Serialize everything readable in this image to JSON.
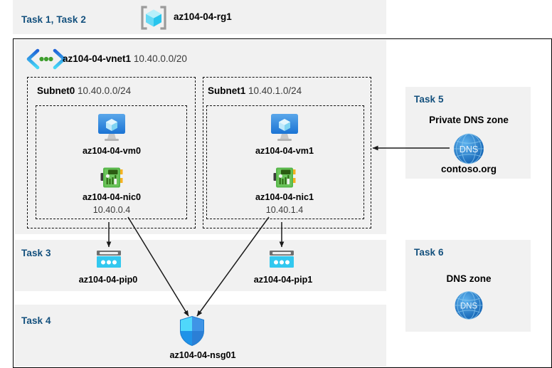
{
  "diagram": {
    "title_region_group": {
      "task_label": "Task 1, Task 2",
      "resource_group_name": "az104-04-rg1",
      "resource_group_icon": "resource-group-cube-icon"
    },
    "vnet": {
      "name": "az104-04-vnet1",
      "cidr": "10.40.0.0/20",
      "icon": "virtual-network-chevron-icon"
    },
    "subnets": [
      {
        "name": "Subnet0",
        "cidr": "10.40.0.0/24",
        "vm": {
          "label": "az104-04-vm0",
          "icon": "virtual-machine-icon"
        },
        "nic": {
          "label": "az104-04-nic0",
          "ip": "10.40.0.4",
          "icon": "network-interface-icon"
        }
      },
      {
        "name": "Subnet1",
        "cidr": "10.40.1.0/24",
        "vm": {
          "label": "az104-04-vm1",
          "icon": "virtual-machine-icon"
        },
        "nic": {
          "label": "az104-04-nic1",
          "ip": "10.40.1.4",
          "icon": "network-interface-icon"
        }
      }
    ],
    "public_ips": [
      {
        "task_label": "Task 3",
        "label": "az104-04-pip0",
        "icon": "public-ip-address-icon"
      },
      {
        "label": "az104-04-pip1",
        "icon": "public-ip-address-icon"
      }
    ],
    "nsg": {
      "task_label": "Task 4",
      "label": "az104-04-nsg01",
      "icon": "network-security-group-shield-icon"
    },
    "private_dns_zone": {
      "task_label": "Task 5",
      "title": "Private DNS zone",
      "name": "contoso.org",
      "icon": "dns-globe-icon",
      "icon_text": "DNS"
    },
    "dns_zone": {
      "task_label": "Task 6",
      "title": "DNS zone",
      "icon": "dns-globe-icon",
      "icon_text": "DNS"
    },
    "colors": {
      "task_text": "#13507d",
      "panel_bg": "#f1f1f1",
      "canvas_bg": "#ffffff",
      "border": "#000000",
      "arrow": "#1a1a1a",
      "vm_blue": "#3b8ede",
      "nic_green": "#5bb54a",
      "pip_cyan": "#32c8ef",
      "nsg_blue": "#2e9bf0",
      "dns_blue": "#1f7fd0",
      "rg_cube": "#52d6f5"
    }
  }
}
